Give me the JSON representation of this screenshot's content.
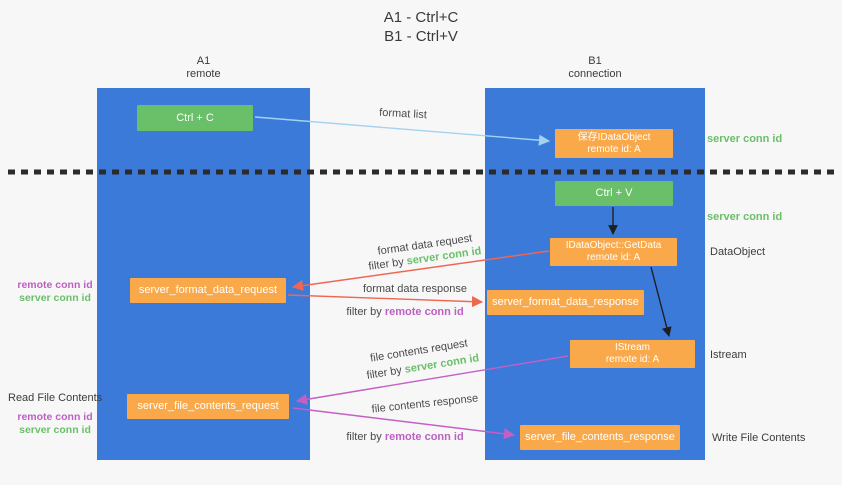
{
  "title": {
    "line1": "A1 - Ctrl+C",
    "line2": "B1 - Ctrl+V"
  },
  "lanes": {
    "left": {
      "name": "A1",
      "role": "remote"
    },
    "right": {
      "name": "B1",
      "role": "connection"
    }
  },
  "nodes": {
    "ctrl_c": {
      "label": "Ctrl + C"
    },
    "ctrl_v": {
      "label": "Ctrl + V"
    },
    "save_dataobject": {
      "line1": "保存IDataObject",
      "line2": "remote id: A"
    },
    "getdata": {
      "line1": "IDataObject::GetData",
      "line2": "remote id: A"
    },
    "istream": {
      "line1": "IStream",
      "line2": "remote id: A"
    },
    "server_format_data_request": {
      "label": "server_format_data_request"
    },
    "server_format_data_response": {
      "label": "server_format_data_response"
    },
    "server_file_contents_request": {
      "label": "server_file_contents_request"
    },
    "server_file_contents_response": {
      "label": "server_file_contents_response"
    }
  },
  "arrow_labels": {
    "format_list": "format list",
    "format_data_request": "format data request",
    "format_data_response": "format data response",
    "file_contents_request": "file contents request",
    "file_contents_response": "file contents response",
    "filter_by": "filter by",
    "server_conn_id": "server conn id",
    "remote_conn_id": "remote conn id"
  },
  "side_labels": {
    "server_conn_id_top": "server conn id",
    "server_conn_id_mid": "server conn id",
    "dataobject": "DataObject",
    "istream": "Istream",
    "write_file_contents": "Write File Contents",
    "read_file_contents": "Read File Contents",
    "remote_conn_id": "remote conn id",
    "server_conn_id": "server conn id"
  },
  "colors": {
    "background": "#f7f7f7",
    "lane_blue": "#3b7ad9",
    "node_green": "#6abf69",
    "node_orange": "#f9a94a",
    "arrow_blue": "#a5d3ee",
    "arrow_red": "#ef6752",
    "arrow_violet": "#c45fc4",
    "text_green": "#6abf69",
    "text_violet": "#bd60c3"
  }
}
